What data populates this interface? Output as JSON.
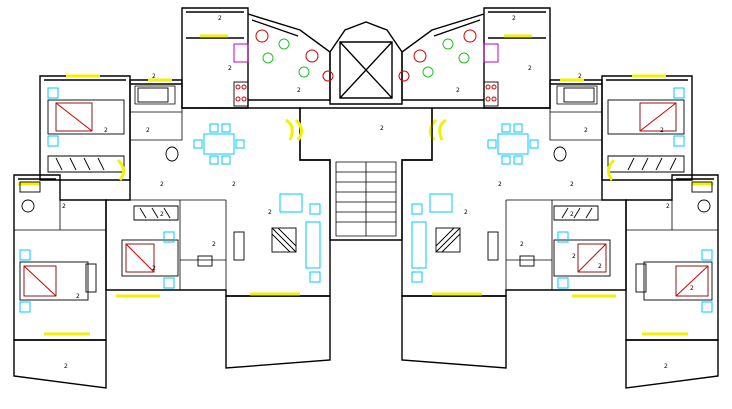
{
  "colors": {
    "background": "#ffffff",
    "walls": "#000000",
    "windows": "#f2f200",
    "furniture_blue": "#00c8ff",
    "plants": "#22c022",
    "flowers": "#d00000",
    "bed_accent": "#800000"
  },
  "room_labels": [
    "2",
    "2",
    "2",
    "2",
    "2",
    "2",
    "2",
    "2",
    "2",
    "2",
    "2",
    "2",
    "2",
    "2",
    "2",
    "2",
    "2",
    "2",
    "2",
    "2",
    "2",
    "2",
    "2",
    "2",
    "2",
    "2",
    "2",
    "2",
    "2",
    "2",
    "2",
    "2",
    "2",
    "2",
    "2",
    "2",
    "2",
    "2"
  ]
}
